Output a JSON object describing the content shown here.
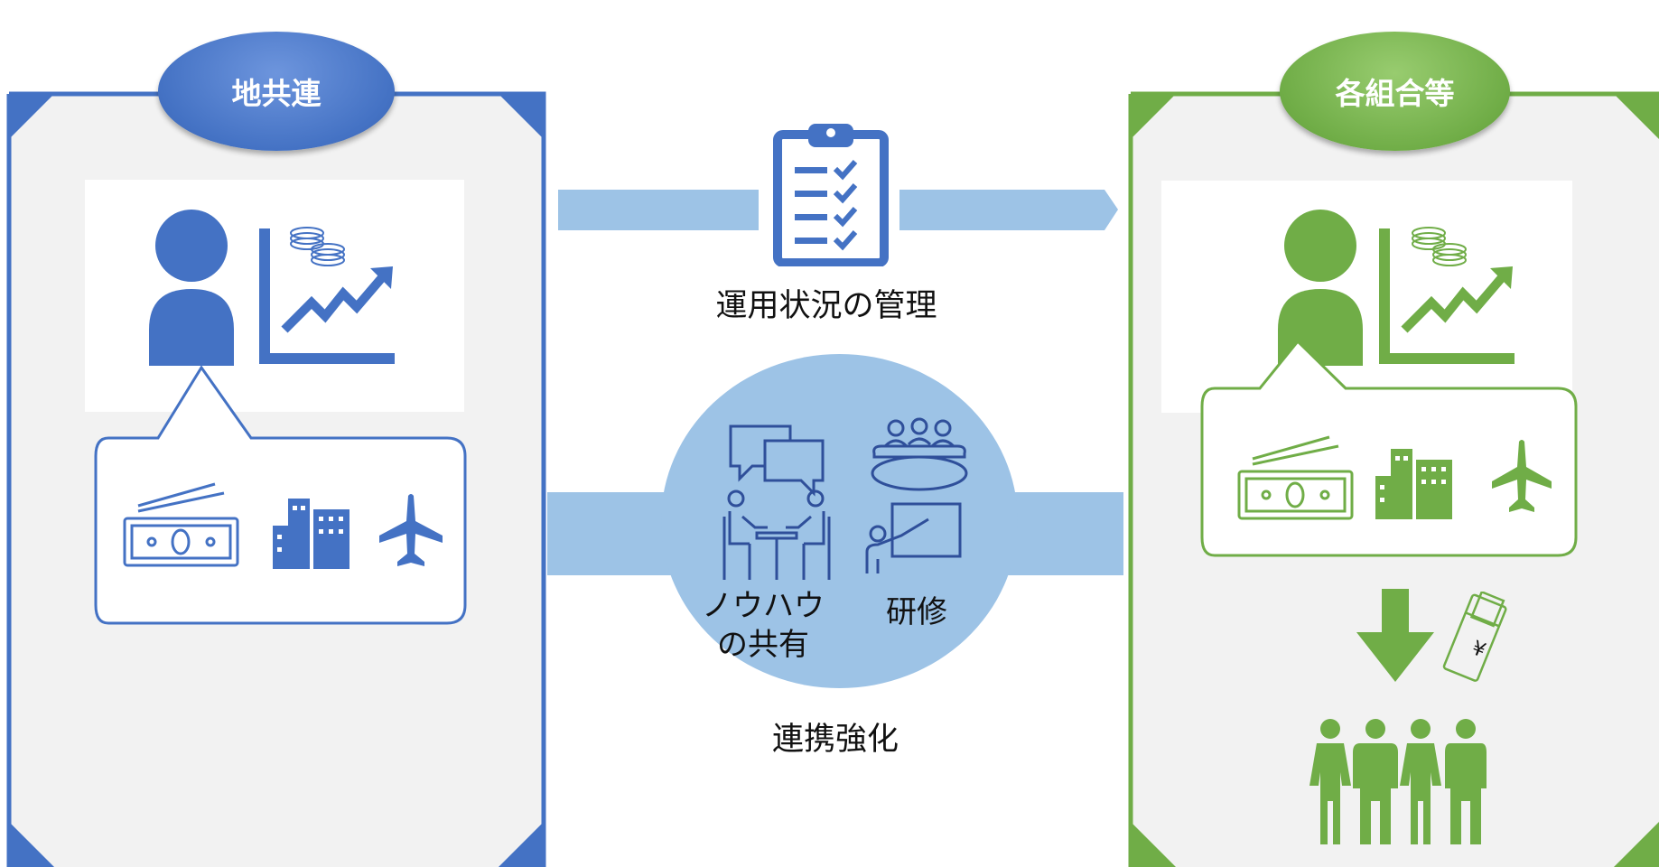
{
  "left_panel": {
    "label": "地共連",
    "color": "#4472C4"
  },
  "right_panel": {
    "label": "各組合等",
    "color": "#70AD47"
  },
  "top_flow": {
    "caption": "運用状況の管理",
    "icon": "clipboard-checklist-icon"
  },
  "middle_flow": {
    "caption": "連携強化",
    "knowhow_label": "ノウハウ\nの共有",
    "training_label": "研修",
    "icons": [
      "chat-bubbles-icon",
      "meeting-table-icon",
      "consultation-icon",
      "presentation-icon"
    ]
  },
  "asset_icons": [
    "banknote-icon",
    "buildings-icon",
    "airplane-icon"
  ],
  "investor_icons": [
    "person-icon",
    "chart-growth-icon",
    "coins-icon"
  ],
  "payout_icons": [
    "down-arrow-icon",
    "yen-envelope-icon",
    "members-group-icon"
  ],
  "colors": {
    "flow_band": "#9DC3E6",
    "panel_bg": "#F2F2F2",
    "blue": "#4472C4",
    "green": "#70AD47"
  }
}
